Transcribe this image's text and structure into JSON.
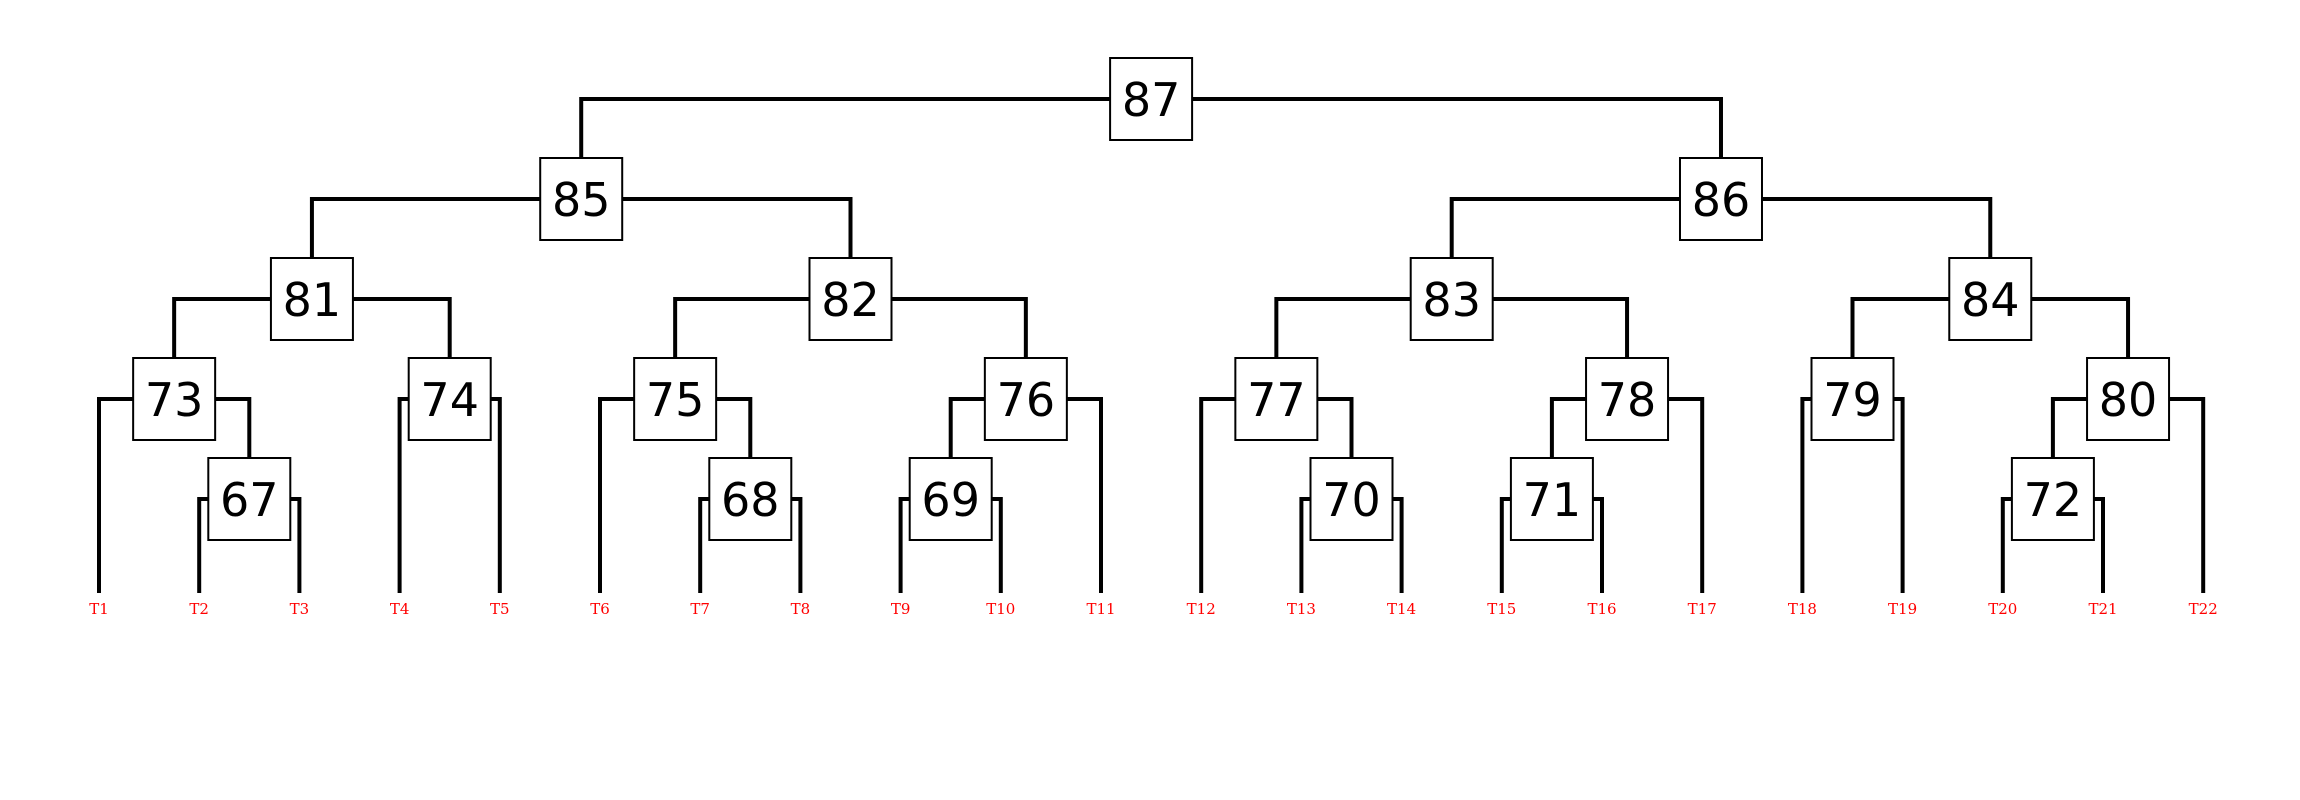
{
  "diagram": {
    "type": "binary-tree",
    "leaf_color": "#ff0000",
    "line_color": "#000000",
    "root": "87",
    "nodes": [
      {
        "id": "87",
        "children": [
          "85",
          "86"
        ]
      },
      {
        "id": "85",
        "children": [
          "81",
          "82"
        ]
      },
      {
        "id": "86",
        "children": [
          "83",
          "84"
        ]
      },
      {
        "id": "81",
        "children": [
          "73",
          "74"
        ]
      },
      {
        "id": "82",
        "children": [
          "75",
          "76"
        ]
      },
      {
        "id": "83",
        "children": [
          "77",
          "78"
        ]
      },
      {
        "id": "84",
        "children": [
          "79",
          "80"
        ]
      },
      {
        "id": "73",
        "children": [
          "T1",
          "67"
        ]
      },
      {
        "id": "67",
        "children": [
          "T2",
          "T3"
        ]
      },
      {
        "id": "74",
        "children": [
          "T4",
          "T5"
        ]
      },
      {
        "id": "75",
        "children": [
          "T6",
          "68"
        ]
      },
      {
        "id": "68",
        "children": [
          "T7",
          "T8"
        ]
      },
      {
        "id": "76",
        "children": [
          "69",
          "T11"
        ]
      },
      {
        "id": "69",
        "children": [
          "T9",
          "T10"
        ]
      },
      {
        "id": "77",
        "children": [
          "T12",
          "70"
        ]
      },
      {
        "id": "70",
        "children": [
          "T13",
          "T14"
        ]
      },
      {
        "id": "78",
        "children": [
          "71",
          "T17"
        ]
      },
      {
        "id": "71",
        "children": [
          "T15",
          "T16"
        ]
      },
      {
        "id": "79",
        "children": [
          "T18",
          "T19"
        ]
      },
      {
        "id": "80",
        "children": [
          "72",
          "T22"
        ]
      },
      {
        "id": "72",
        "children": [
          "T20",
          "T21"
        ]
      }
    ],
    "leaves": [
      "T1",
      "T2",
      "T3",
      "T4",
      "T5",
      "T6",
      "T7",
      "T8",
      "T9",
      "T10",
      "T11",
      "T12",
      "T13",
      "T14",
      "T15",
      "T16",
      "T17",
      "T18",
      "T19",
      "T20",
      "T21",
      "T22"
    ]
  }
}
